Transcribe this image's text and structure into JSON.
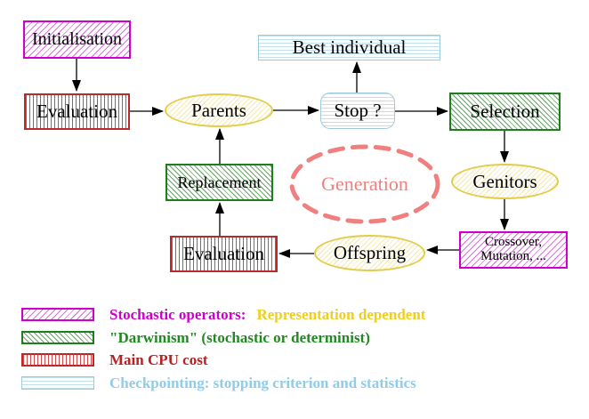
{
  "nodes": {
    "initialisation": "Initialisation",
    "evaluation_top": "Evaluation",
    "parents": "Parents",
    "best_individual": "Best individual",
    "stop": "Stop ?",
    "selection": "Selection",
    "replacement": "Replacement",
    "generation": "Generation",
    "genitors": "Genitors",
    "evaluation_bottom": "Evaluation",
    "offspring": "Offspring",
    "crossover_line1": "Crossover,",
    "crossover_line2": "Mutation, ..."
  },
  "legend": {
    "row1": {
      "label_primary": "Stochastic operators:",
      "label_secondary": "Representation dependent"
    },
    "row2": {
      "label": "\"Darwinism\" (stochastic or determinist)"
    },
    "row3": {
      "label": "Main CPU cost"
    },
    "row4": {
      "label": "Checkpointing: stopping criterion and statistics"
    }
  },
  "colors": {
    "stochastic_magenta": "#CC00CC",
    "representation_yellow": "#EFCE1E",
    "darwinism_green": "#1F8A1F",
    "cpu_cost_red": "#B42222",
    "checkpointing_blue": "#92CBE8",
    "generation_salmon": "#F08080",
    "yellow_ellipse_gold": "#E3CB4B",
    "arrow_black": "#000000"
  }
}
